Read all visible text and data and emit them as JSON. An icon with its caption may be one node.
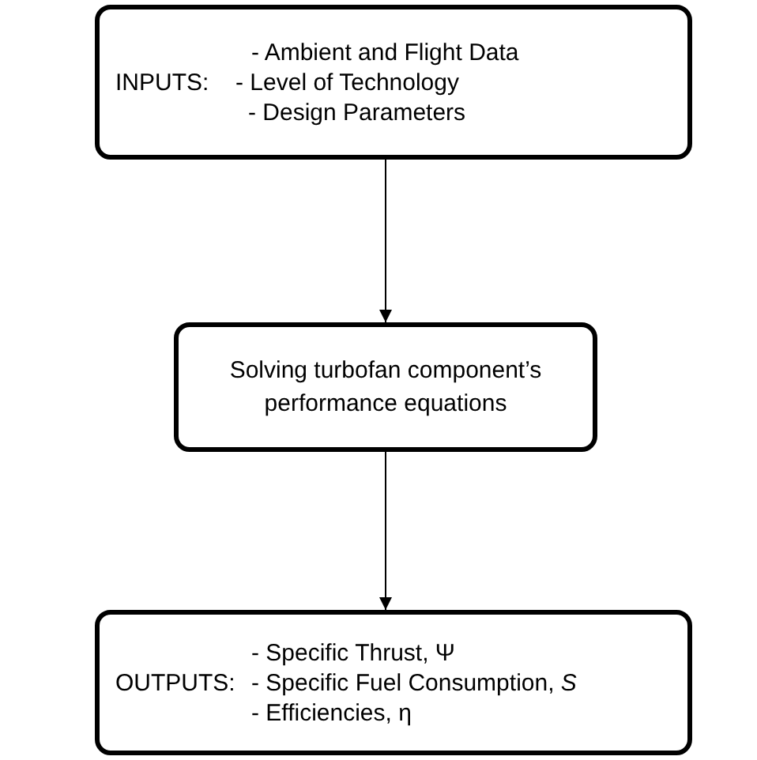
{
  "diagram": {
    "nodes": [
      {
        "text": [
          "INPUTS:",
          "- Ambient and Flight Data",
          "- Level of Technology",
          "- Design Parameters"
        ]
      },
      {
        "text": [
          "Solving turbofan component’s performance equations"
        ]
      },
      {
        "text": [
          "OUTPUTS:",
          "- Specific Thrust, Ψ",
          "- Specific Fuel Consumption, *S*",
          "- Efficiencies, η"
        ]
      }
    ],
    "edges": [
      {
        "from": 0,
        "to": 1,
        "arrow": "to"
      },
      {
        "from": 1,
        "to": 2,
        "arrow": "to"
      }
    ]
  }
}
